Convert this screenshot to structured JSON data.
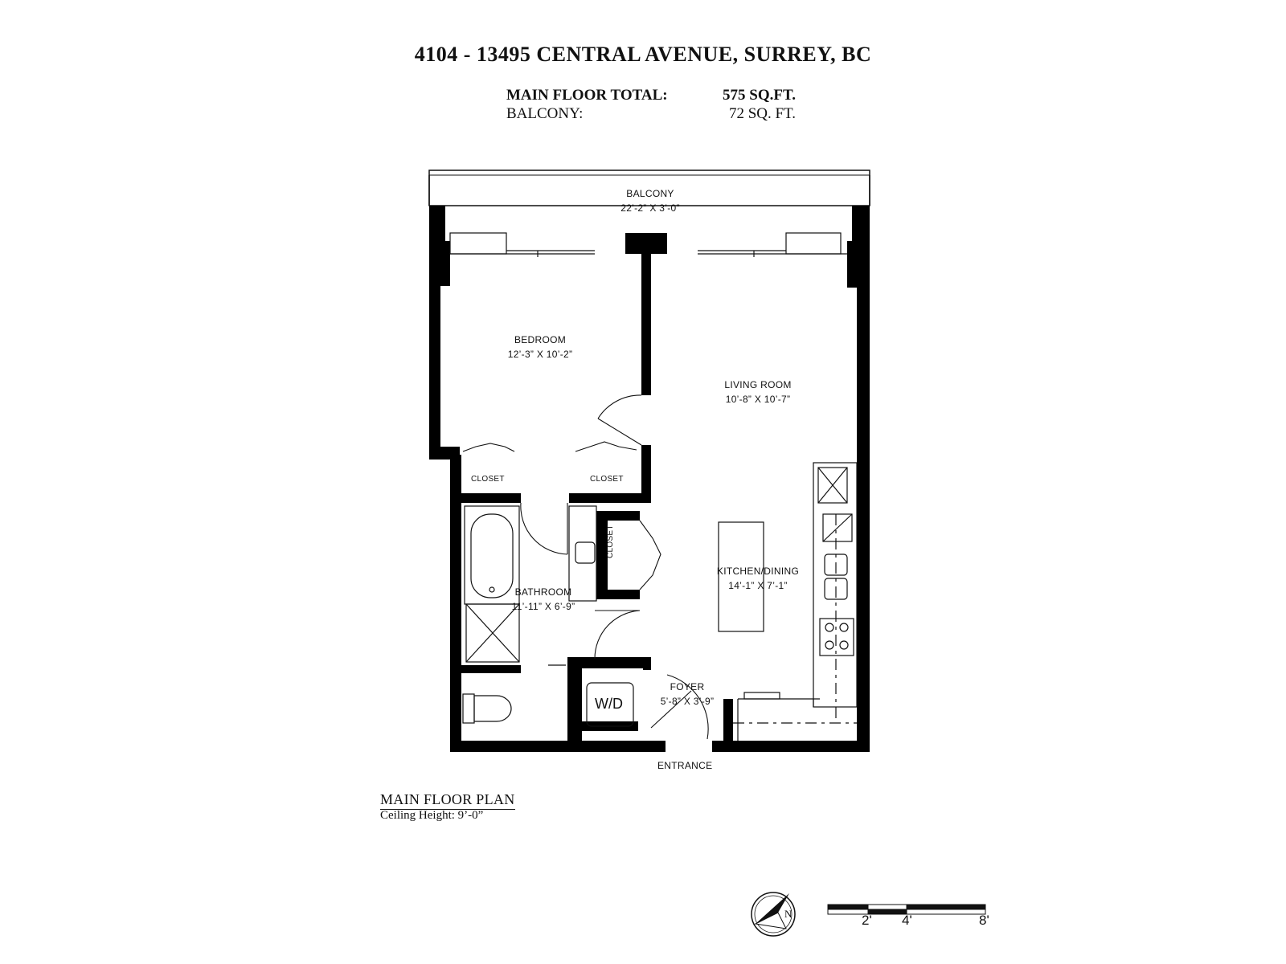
{
  "header": {
    "title": "4104 - 13495 CENTRAL AVENUE, SURREY, BC",
    "main_floor_label": "MAIN FLOOR TOTAL:",
    "main_floor_value": "575 SQ.FT.",
    "balcony_label": "BALCONY:",
    "balcony_value": "72 SQ. FT."
  },
  "rooms": {
    "balcony": {
      "name": "BALCONY",
      "dims": "22’-2” X 3’-0”"
    },
    "bedroom": {
      "name": "BEDROOM",
      "dims": "12’-3” X 10’-2”"
    },
    "living": {
      "name": "LIVING ROOM",
      "dims": "10’-8” X 10’-7”"
    },
    "kitchen": {
      "name": "KITCHEN/DINING",
      "dims": "14’-1” X 7’-1”"
    },
    "bathroom": {
      "name": "BATHROOM",
      "dims": "11’-11” X 6’-9”"
    },
    "foyer": {
      "name": "FOYER",
      "dims": "5’-8” X 3’-9”"
    },
    "closet1": "CLOSET",
    "closet2": "CLOSET",
    "closet3": "CLOSET",
    "wd": "W/D",
    "entrance": "ENTRANCE"
  },
  "footer": {
    "plan_title": "MAIN FLOOR PLAN",
    "ceiling": "Ceiling Height: 9’-0”",
    "compass_letter": "N",
    "scale_labels": [
      "2'",
      "4'",
      "8'"
    ]
  }
}
